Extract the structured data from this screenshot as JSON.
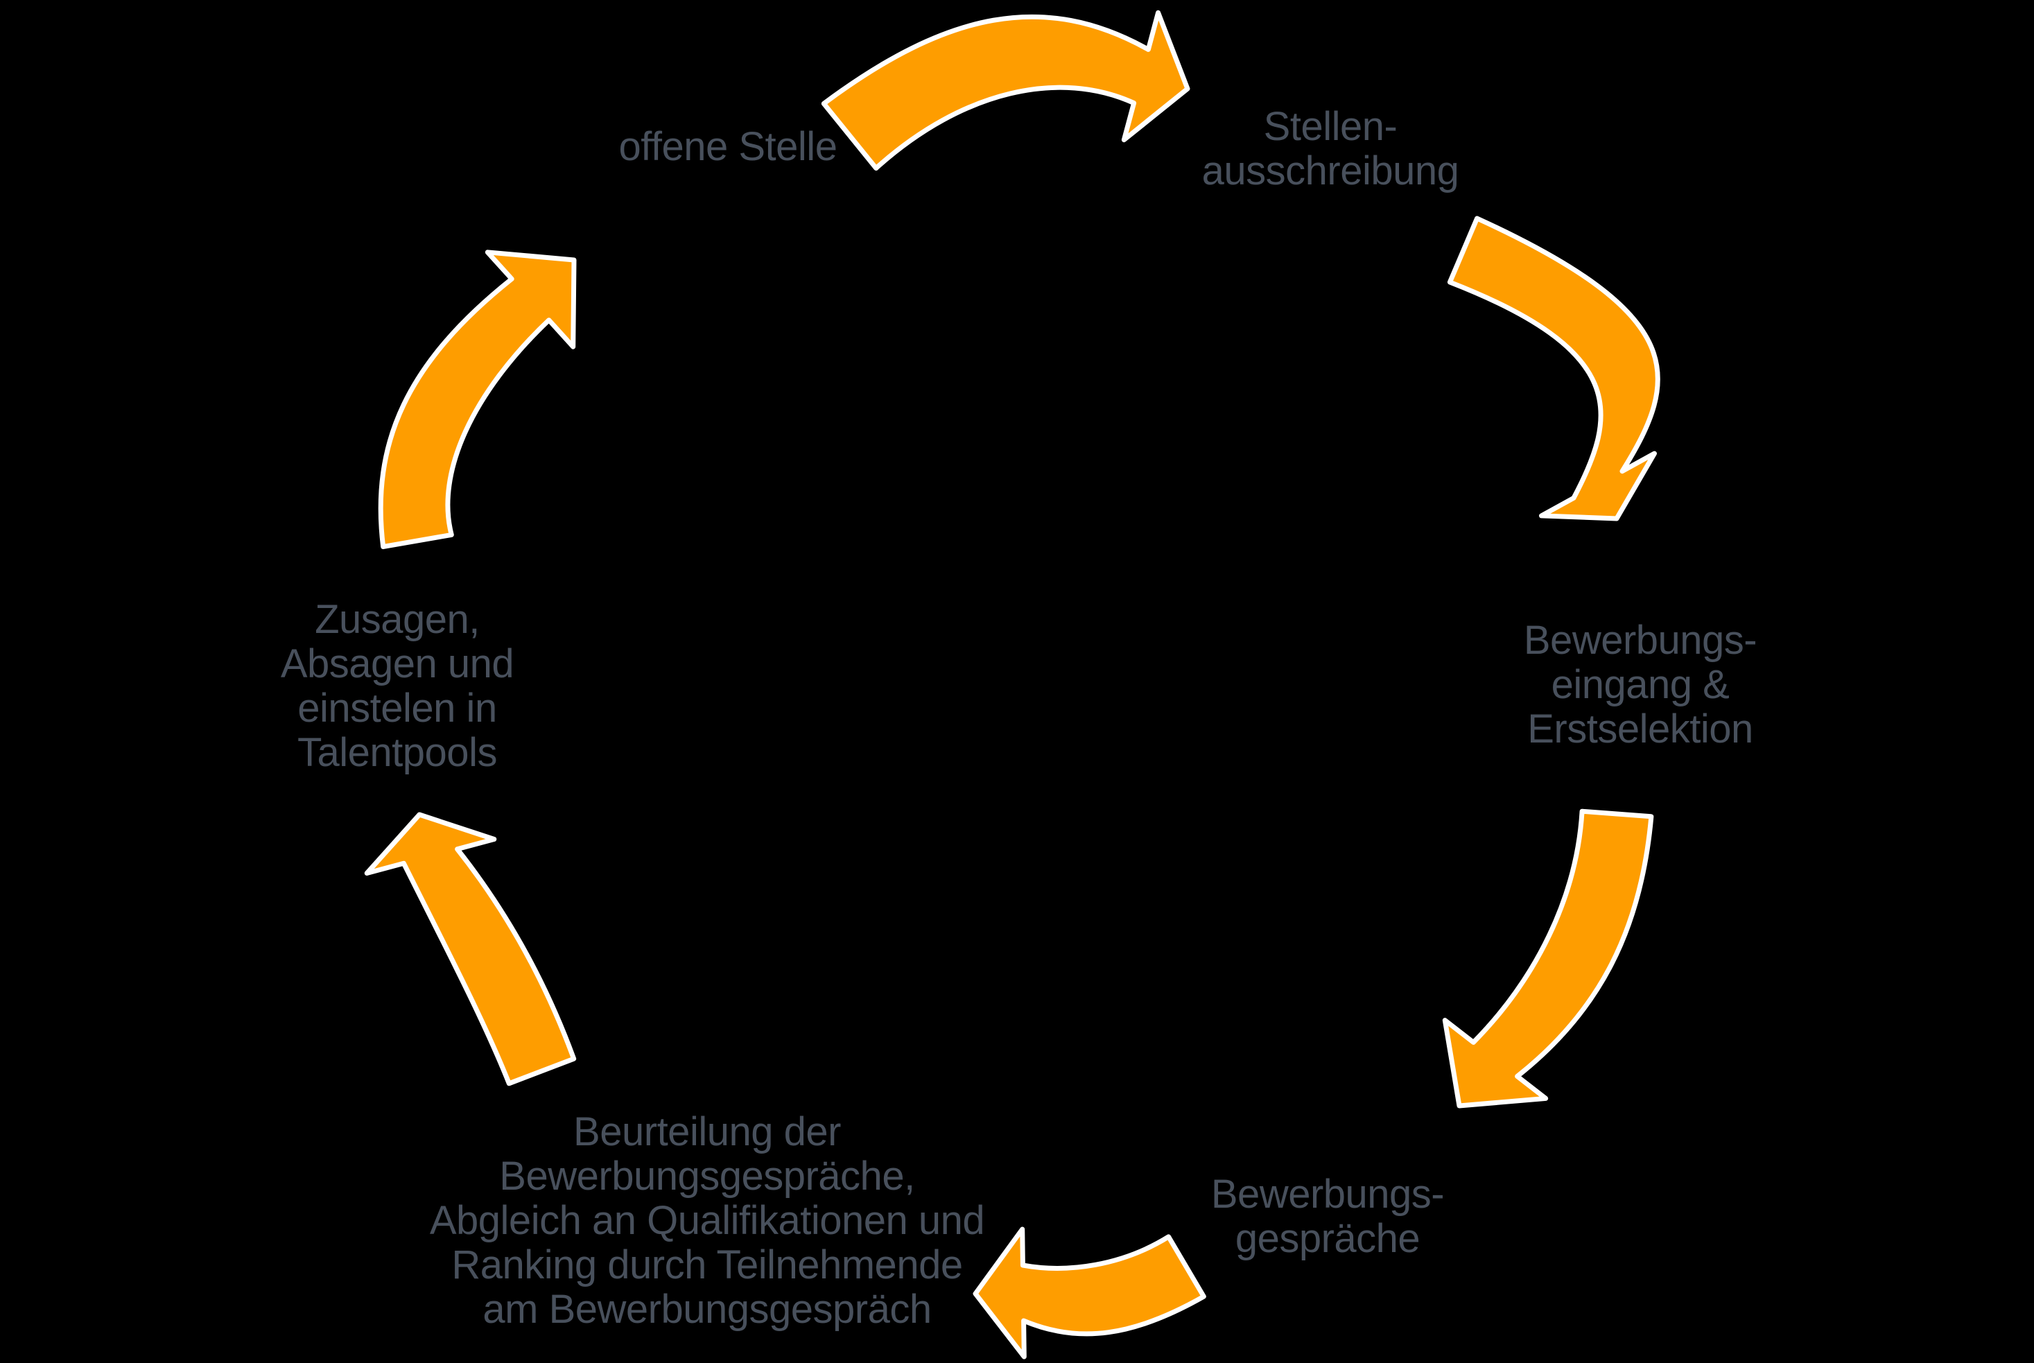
{
  "diagram": {
    "colors": {
      "background": "#000000",
      "arrow_fill": "#FE9D00",
      "arrow_outline": "#FFFFFF",
      "label_text": "#48505C"
    },
    "steps": [
      {
        "label": "offene Stelle"
      },
      {
        "label": "Stellen-\nausschreibung"
      },
      {
        "label": "Bewerbungs-\neingang &\nErstselektion"
      },
      {
        "label": "Bewerbungs-\ngespräche"
      },
      {
        "label": "Beurteilung der\nBewerbungsgespräche,\nAbgleich an Qualifikationen und\nRanking durch Teilnehmende\nam Bewerbungsgespräch"
      },
      {
        "label": "Zusagen,\nAbsagen und\neinstelen in\nTalentpools"
      }
    ],
    "arrows": [
      {
        "name": "arrow-offene-stelle-to-stellenausschreibung"
      },
      {
        "name": "arrow-stellenausschreibung-to-bewerbungseingang"
      },
      {
        "name": "arrow-bewerbungseingang-to-bewerbungsgespraeche"
      },
      {
        "name": "arrow-bewerbungsgespraeche-to-beurteilung"
      },
      {
        "name": "arrow-beurteilung-to-zusagen"
      },
      {
        "name": "arrow-zusagen-to-offene-stelle"
      }
    ]
  }
}
